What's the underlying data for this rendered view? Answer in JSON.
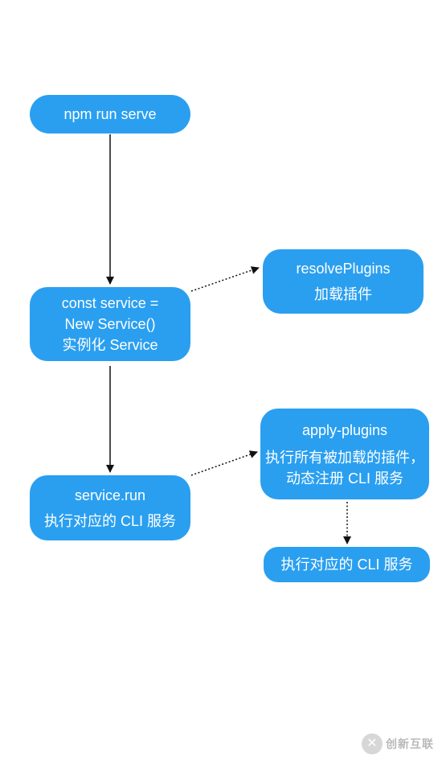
{
  "nodes": {
    "npm_run_serve": {
      "line1": "npm run serve"
    },
    "const_service": {
      "line1": "const service =",
      "line2": "New Service()",
      "line3": "实例化 Service"
    },
    "service_run": {
      "line1": "service.run",
      "line2": "执行对应的 CLI 服务"
    },
    "resolve_plugins": {
      "line1": "resolvePlugins",
      "line2": "加载插件"
    },
    "apply_plugins": {
      "line1": "apply-plugins",
      "line2": "执行所有被加载的插件，",
      "line3": "动态注册 CLI 服务"
    },
    "execute_cli": {
      "line1": "执行对应的 CLI 服务"
    }
  },
  "edges": [
    {
      "from": "npm_run_serve",
      "to": "const_service",
      "style": "solid"
    },
    {
      "from": "const_service",
      "to": "service_run",
      "style": "solid"
    },
    {
      "from": "const_service",
      "to": "resolve_plugins",
      "style": "dotted"
    },
    {
      "from": "service_run",
      "to": "apply_plugins",
      "style": "dotted"
    },
    {
      "from": "apply_plugins",
      "to": "execute_cli",
      "style": "dotted"
    }
  ],
  "colors": {
    "node_fill": "#2a9ff0",
    "node_text": "#ffffff",
    "edge": "#111111",
    "background": "#ffffff"
  },
  "watermark": {
    "logo_icon": "watermark-logo-icon",
    "text": "创新互联"
  }
}
